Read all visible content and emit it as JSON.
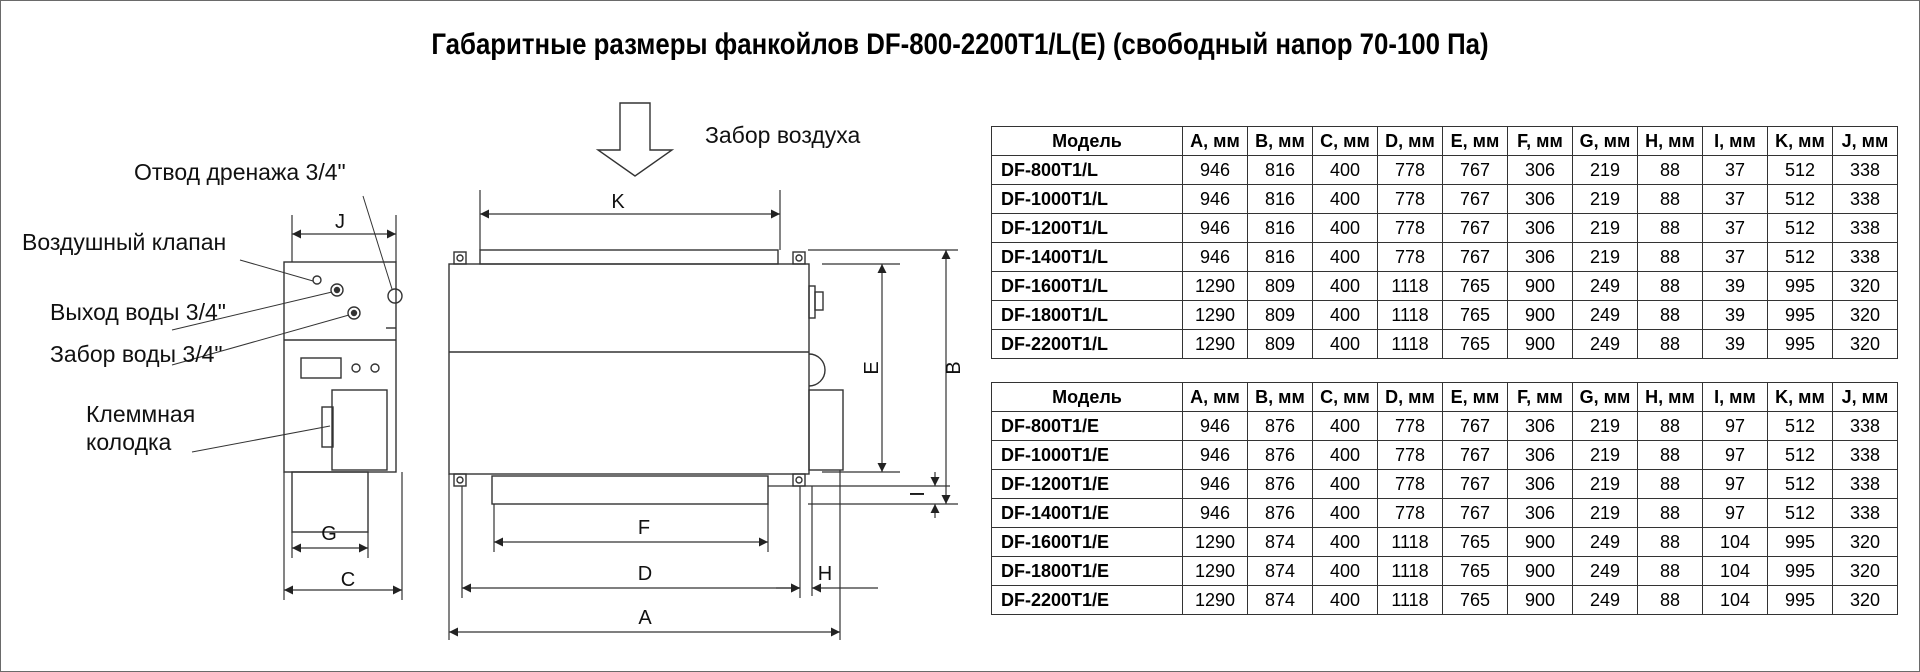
{
  "title": "Габаритные размеры фанкойлов DF-800-2200T1/L(E) (свободный напор 70-100 Па)",
  "labels": {
    "air_intake": "Забор воздуха",
    "drain": "Отвод дренажа 3/4\"",
    "air_valve": "Воздушный клапан",
    "water_out": "Выход воды 3/4\"",
    "water_in": "Забор воды 3/4\"",
    "terminal_line1": "Клеммная",
    "terminal_line2": "колодка"
  },
  "dimensions": {
    "J": "J",
    "G": "G",
    "C": "C",
    "K": "K",
    "F": "F",
    "D": "D",
    "A": "A",
    "H": "H",
    "E": "E",
    "B": "B",
    "I": "I"
  },
  "table_header": [
    "Модель",
    "A, мм",
    "B, мм",
    "C, мм",
    "D, мм",
    "E, мм",
    "F, мм",
    "G, мм",
    "H, мм",
    "I, мм",
    "K, мм",
    "J, мм"
  ],
  "table_l": [
    [
      "DF-800T1/L",
      "946",
      "816",
      "400",
      "778",
      "767",
      "306",
      "219",
      "88",
      "37",
      "512",
      "338"
    ],
    [
      "DF-1000T1/L",
      "946",
      "816",
      "400",
      "778",
      "767",
      "306",
      "219",
      "88",
      "37",
      "512",
      "338"
    ],
    [
      "DF-1200T1/L",
      "946",
      "816",
      "400",
      "778",
      "767",
      "306",
      "219",
      "88",
      "37",
      "512",
      "338"
    ],
    [
      "DF-1400T1/L",
      "946",
      "816",
      "400",
      "778",
      "767",
      "306",
      "219",
      "88",
      "37",
      "512",
      "338"
    ],
    [
      "DF-1600T1/L",
      "1290",
      "809",
      "400",
      "1118",
      "765",
      "900",
      "249",
      "88",
      "39",
      "995",
      "320"
    ],
    [
      "DF-1800T1/L",
      "1290",
      "809",
      "400",
      "1118",
      "765",
      "900",
      "249",
      "88",
      "39",
      "995",
      "320"
    ],
    [
      "DF-2200T1/L",
      "1290",
      "809",
      "400",
      "1118",
      "765",
      "900",
      "249",
      "88",
      "39",
      "995",
      "320"
    ]
  ],
  "table_e": [
    [
      "DF-800T1/E",
      "946",
      "876",
      "400",
      "778",
      "767",
      "306",
      "219",
      "88",
      "97",
      "512",
      "338"
    ],
    [
      "DF-1000T1/E",
      "946",
      "876",
      "400",
      "778",
      "767",
      "306",
      "219",
      "88",
      "97",
      "512",
      "338"
    ],
    [
      "DF-1200T1/E",
      "946",
      "876",
      "400",
      "778",
      "767",
      "306",
      "219",
      "88",
      "97",
      "512",
      "338"
    ],
    [
      "DF-1400T1/E",
      "946",
      "876",
      "400",
      "778",
      "767",
      "306",
      "219",
      "88",
      "97",
      "512",
      "338"
    ],
    [
      "DF-1600T1/E",
      "1290",
      "874",
      "400",
      "1118",
      "765",
      "900",
      "249",
      "88",
      "104",
      "995",
      "320"
    ],
    [
      "DF-1800T1/E",
      "1290",
      "874",
      "400",
      "1118",
      "765",
      "900",
      "249",
      "88",
      "104",
      "995",
      "320"
    ],
    [
      "DF-2200T1/E",
      "1290",
      "874",
      "400",
      "1118",
      "765",
      "900",
      "249",
      "88",
      "104",
      "995",
      "320"
    ]
  ]
}
